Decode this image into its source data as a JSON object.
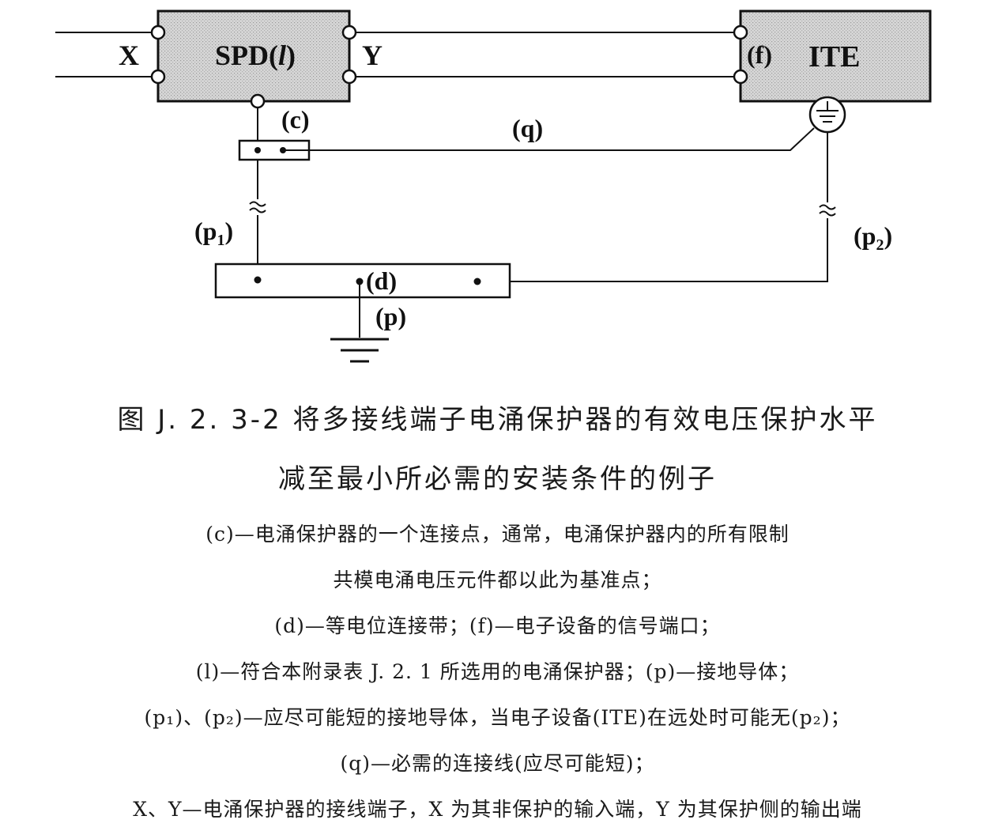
{
  "diagram": {
    "terminal_x": "X",
    "terminal_y": "Y",
    "spd_label": "SPD(",
    "spd_label_italic": "l",
    "spd_label_close": ")",
    "ite_label": "ITE",
    "label_f": "(f)",
    "label_c": "(c)",
    "label_q": "(q)",
    "label_p1": "(p",
    "label_p1_sub": "1",
    "label_p1_close": ")",
    "label_p2": "(p",
    "label_p2_sub": "2",
    "label_p2_close": ")",
    "label_d": "(d)",
    "label_p": "(p)",
    "colors": {
      "box_fill": "#d4d4d4",
      "stroke": "#111111"
    }
  },
  "caption": {
    "title_line1": "图 J. 2. 3-2   将多接线端子电涌保护器的有效电压保护水平",
    "title_line2": "减至最小所必需的安装条件的例子"
  },
  "notes": [
    "(c)—电涌保护器的一个连接点，通常，电涌保护器内的所有限制",
    "共模电涌电压元件都以此为基准点；",
    "(d)—等电位连接带；(f)—电子设备的信号端口；",
    "(l)—符合本附录表 J. 2. 1 所选用的电涌保护器；(p)—接地导体；",
    "(p₁)、(p₂)—应尽可能短的接地导体，当电子设备(ITE)在远处时可能无(p₂)；",
    "(q)—必需的连接线(应尽可能短)；",
    "X、Y—电涌保护器的接线端子，X 为其非保护的输入端，Y 为其保护侧的输出端"
  ]
}
